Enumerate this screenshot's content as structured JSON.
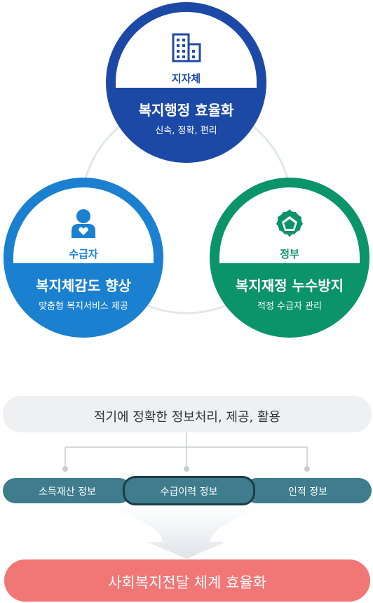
{
  "stakeholders": {
    "local_gov": {
      "label": "지자체",
      "title": "복지행정 효율화",
      "subtitle": "신속, 정확, 편리",
      "icon": "building-icon",
      "color": "#1d49a6"
    },
    "recipient": {
      "label": "수급자",
      "title": "복지체감도 향상",
      "subtitle": "맞춤형 복지서비스 제공",
      "icon": "person-heart-icon",
      "color": "#1b80cf"
    },
    "government": {
      "label": "정부",
      "title": "복지재정 누수방지",
      "subtitle": "적정 수급자 관리",
      "icon": "government-emblem-icon",
      "color": "#0b9369"
    }
  },
  "process": {
    "headline": "적기에 정확한 정보처리, 제공, 활용",
    "sources": [
      "소득재산 정보",
      "수급이력 정보",
      "인적 정보"
    ],
    "source_color": "#3e7c8e"
  },
  "goal": {
    "label": "사회복지전달 체계 효율화",
    "color": "#f17676"
  }
}
